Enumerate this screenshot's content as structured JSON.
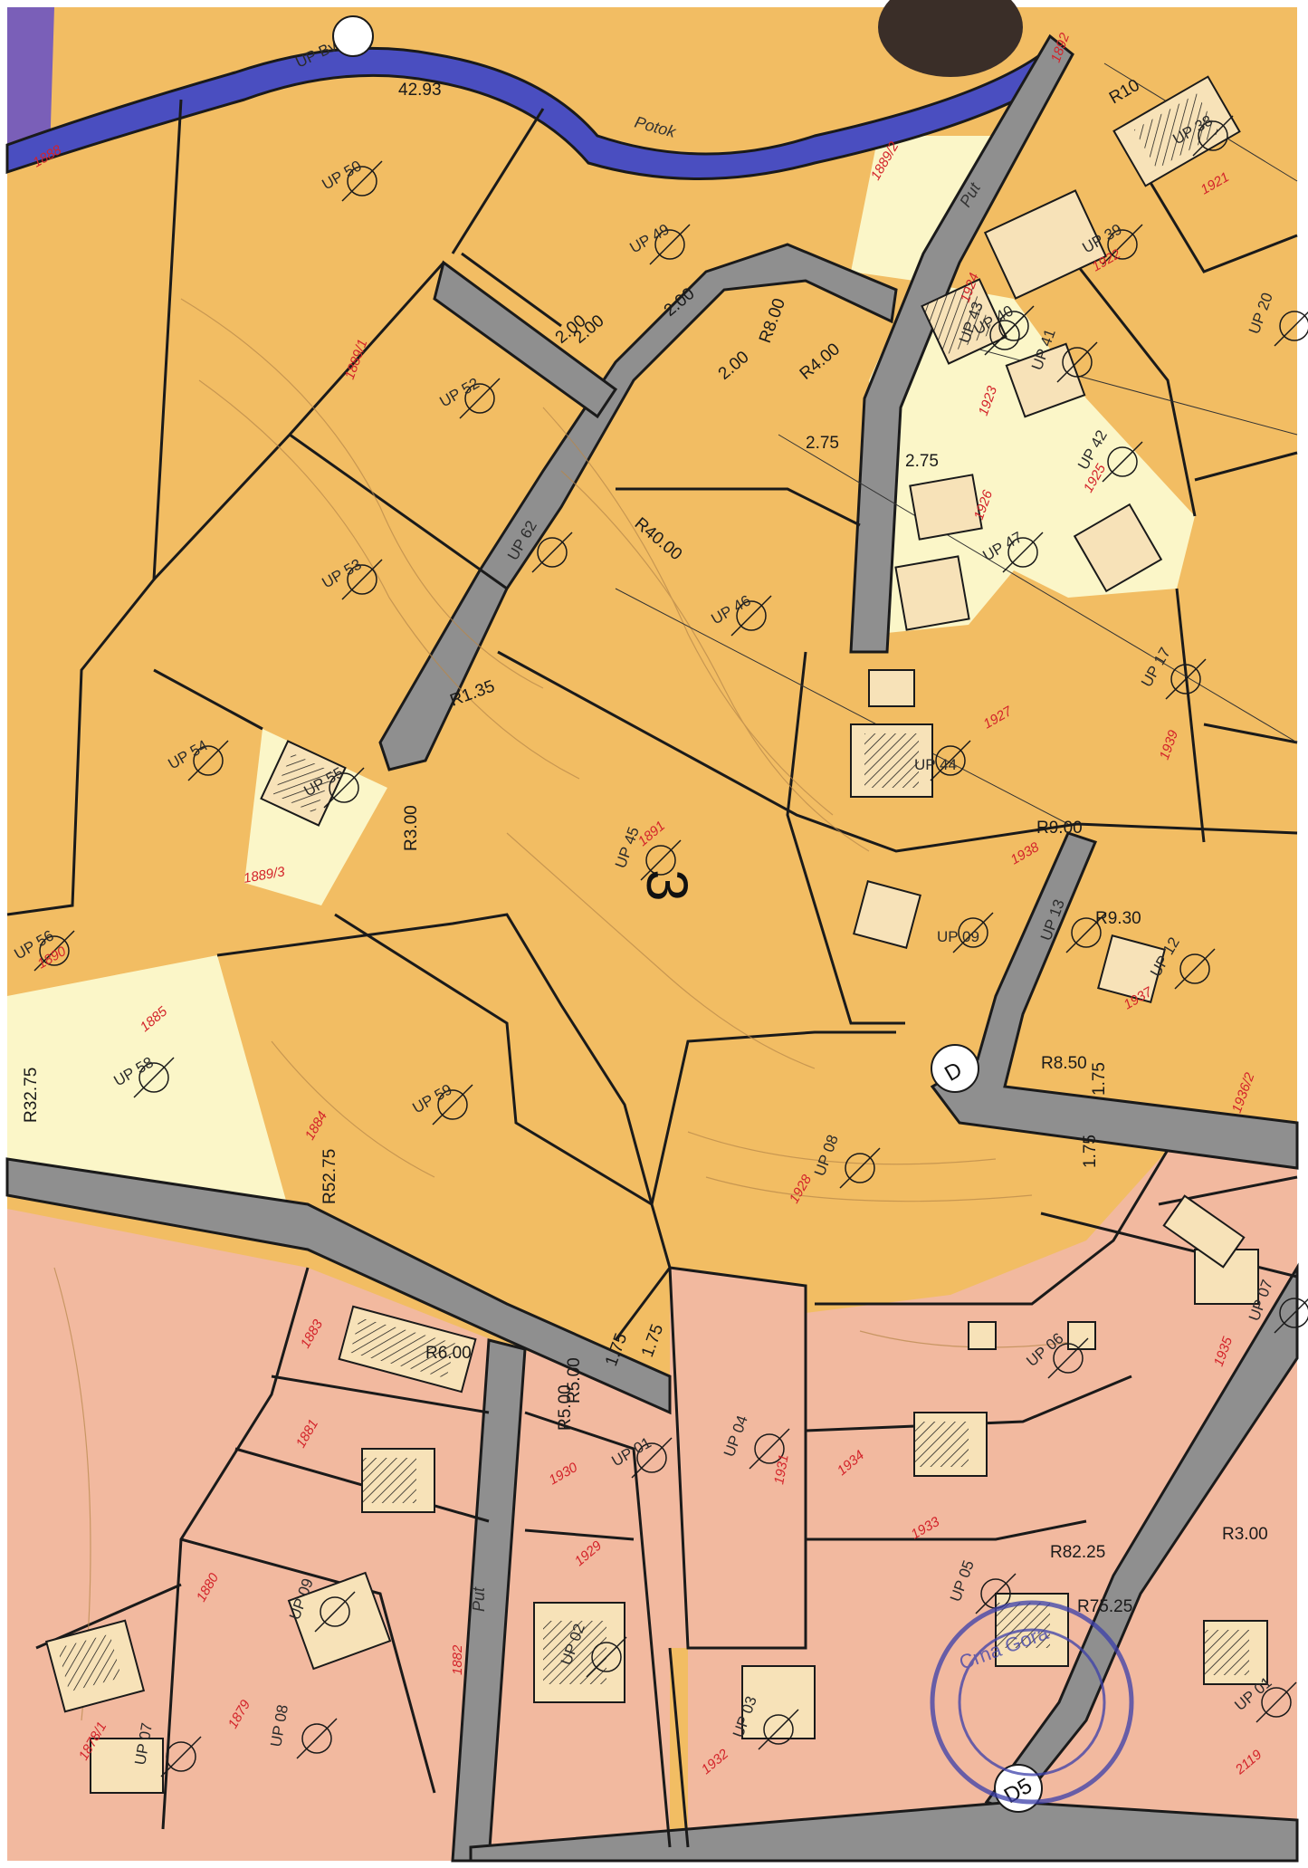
{
  "legend_colors": {
    "residential_orange": "#f2bd63",
    "residential_light": "#fbf6c8",
    "pink_zone": "#f2b99f",
    "road": "#8f8f8f",
    "stream": "#4a4ec0",
    "purple_left": "#7a5fb8",
    "parcel_line": "#1a1a1a",
    "cad_number": "#d3232a",
    "stamp": "#3b3faa"
  },
  "zone_number": "3",
  "labels": {
    "potok": "Potok",
    "put_top": "Put",
    "put_bottom": "Put",
    "stream_lbl": "UP Bvnš",
    "d_top": "D",
    "d_bottom": "D5",
    "stamp_text": "Crna Gora"
  },
  "ups": [
    "UP 50",
    "UP 49",
    "UP 52",
    "UP 53",
    "UP 54",
    "UP 55",
    "UP 56",
    "UP 58",
    "UP 59",
    "UP 45",
    "UP 46",
    "UP 47",
    "UP 44",
    "UP 09",
    "UP 08",
    "UP 17",
    "UP 42",
    "UP 39",
    "UP 40",
    "UP 41",
    "UP 12",
    "UP 13",
    "UP 62",
    "UP 04",
    "UP 01",
    "UP 02",
    "UP 03",
    "UP 05",
    "UP 06",
    "UP 07",
    "UP 09",
    "UP 08",
    "UP 07",
    "UP 01",
    "UP 20",
    "UP 43",
    "UP 38"
  ],
  "cad": [
    "1888",
    "1889/1",
    "1889/3",
    "1890",
    "1885",
    "1884",
    "1891",
    "1926",
    "1927",
    "1938",
    "1939",
    "1937",
    "1925",
    "1922",
    "1921",
    "1883",
    "1881",
    "1880",
    "1930",
    "1929",
    "1931",
    "1934",
    "1933",
    "1932",
    "1878/1",
    "1879",
    "2119",
    "1935",
    "1936/2",
    "1928",
    "1889/2",
    "1882",
    "1923",
    "1924",
    "1892"
  ],
  "dims": [
    "2.00",
    "2.00",
    "2.00",
    "2.00",
    "R8.00",
    "R4.00",
    "2.75",
    "2.75",
    "R40.00",
    "R1.35",
    "R3.00",
    "R32.75",
    "R52.75",
    "R6.00",
    "R9.30",
    "R8.50",
    "1.75",
    "1.75",
    "R5.00",
    "R5.00",
    "1.75",
    "1.75",
    "R82.25",
    "R75.25",
    "R3.00",
    "R10",
    "R9.00",
    "42.93"
  ]
}
